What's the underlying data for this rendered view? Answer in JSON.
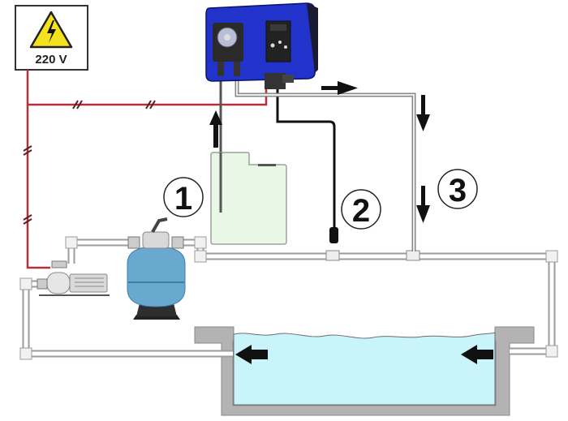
{
  "power_sign": {
    "voltage_label": "220 V",
    "icon": "high-voltage-warning-icon"
  },
  "callouts": [
    {
      "number": "1",
      "meaning": "chemical tank suction line"
    },
    {
      "number": "2",
      "meaning": "injection point"
    },
    {
      "number": "3",
      "meaning": "sampling line"
    }
  ],
  "colors": {
    "power_line": "#b5303a",
    "pipe": "#b9bcbd",
    "pump_body": "#2233cc",
    "water": "#c9f4fa",
    "pool_wall": "#b3b3b3",
    "filter_tank": "#6aa9cf",
    "tank": "#e9f7e6",
    "warning_yellow": "#f3e21d"
  },
  "components": {
    "dosing_pump": "dosing-pump-unit",
    "chemical_tank": "chemical-tank",
    "sand_filter": "sand-filter",
    "circulation_pump": "circulation-pump",
    "pool": "swimming-pool"
  }
}
